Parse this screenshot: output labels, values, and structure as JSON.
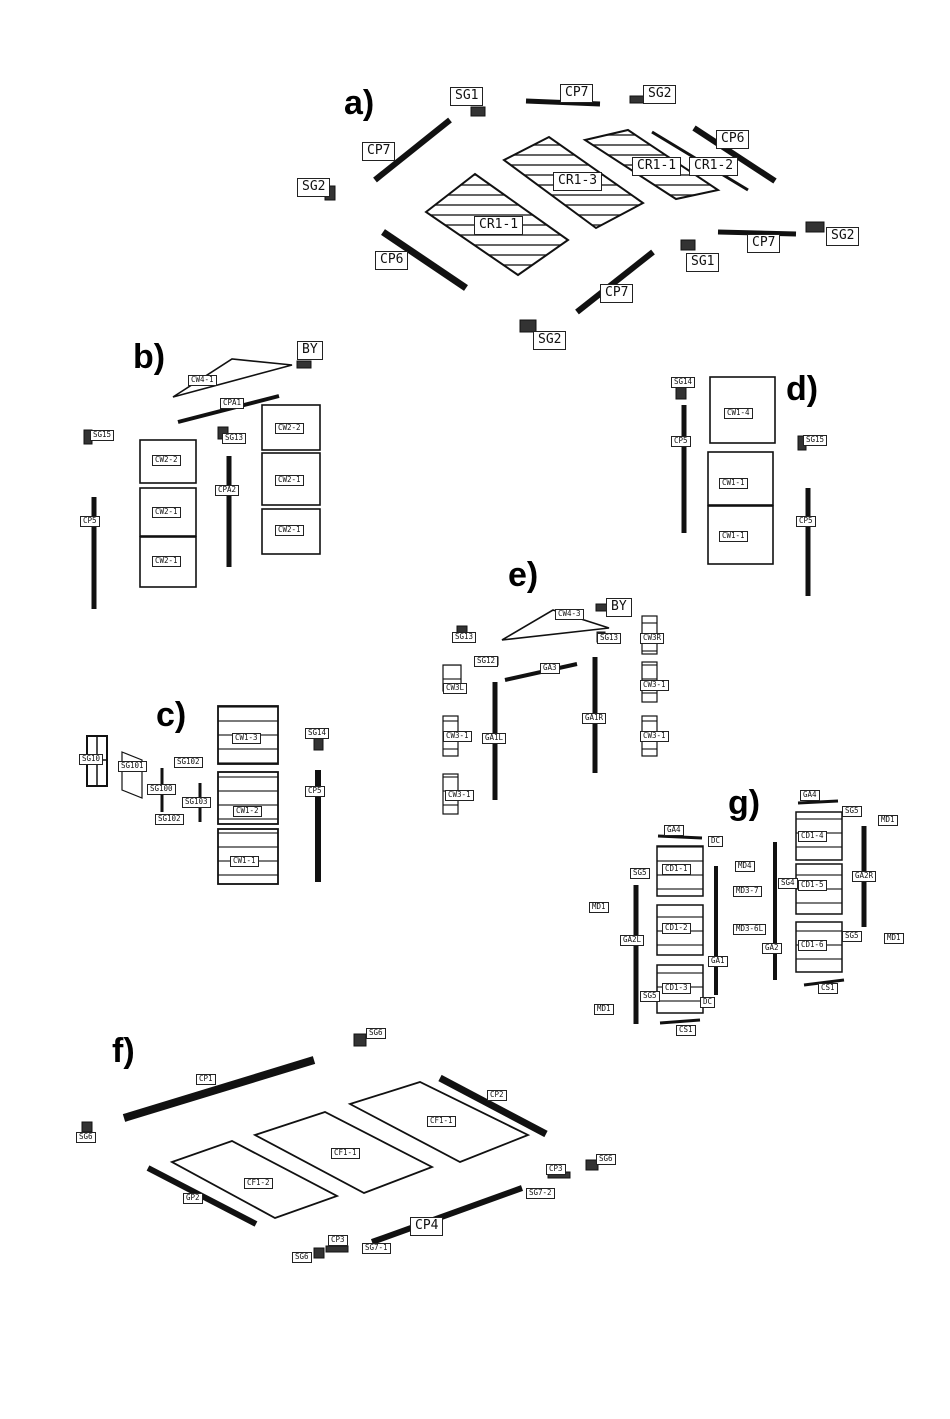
{
  "sections": [
    {
      "id": "a",
      "title": "a)"
    },
    {
      "id": "b",
      "title": "b)"
    },
    {
      "id": "c",
      "title": "c)"
    },
    {
      "id": "d",
      "title": "d)"
    },
    {
      "id": "e",
      "title": "e)"
    },
    {
      "id": "f",
      "title": "f)"
    },
    {
      "id": "g",
      "title": "g)"
    }
  ],
  "labels": {
    "a": [
      "SG1",
      "CP7",
      "SG2",
      "CP7",
      "CP6",
      "CR1-1",
      "CR1-2",
      "CR1-3",
      "SG2",
      "CR1-1",
      "SG2",
      "CP7",
      "CP6",
      "SG1",
      "CP7",
      "SG2"
    ],
    "b": [
      "BY",
      "CW4-1",
      "CPA1",
      "SG15",
      "SG13",
      "CW2-2",
      "CW2-2",
      "CPA2",
      "CW2-1",
      "CW2-1",
      "CP5",
      "CW2-1",
      "CW2-1"
    ],
    "c": [
      "CW1-3",
      "SG14",
      "SG10",
      "SG101",
      "SG102",
      "SG100",
      "SG103",
      "SG102",
      "CW1-2",
      "CP5",
      "CW1-1"
    ],
    "d": [
      "SG14",
      "CW1-4",
      "CP5",
      "SG15",
      "CW1-1",
      "CP5",
      "CW1-1"
    ],
    "e": [
      "CW4-3",
      "BY",
      "SG13",
      "SG13",
      "CW3R",
      "SG12",
      "GA3",
      "CW3L",
      "CW3-1",
      "GA1R",
      "CW3-1",
      "GA1L",
      "CW3-1",
      "CW3-1"
    ],
    "g": [
      "GA4",
      "SG5",
      "MD1",
      "GA4",
      "DC",
      "CD1-4",
      "MD4",
      "CD1-1",
      "SG5",
      "MD3-7",
      "SG4",
      "CD1-5",
      "GA2R",
      "MD1",
      "CD1-2",
      "MD3-6L",
      "GA2",
      "CD1-6",
      "SG5",
      "GA2L",
      "MD1",
      "GA1",
      "CS1",
      "CD1-3",
      "SG5",
      "MD1",
      "DC",
      "CS1"
    ],
    "f": [
      "SG6",
      "CP1",
      "CP2",
      "CF1-1",
      "SG6",
      "CF1-1",
      "CF1-2",
      "GP2",
      "CP3",
      "SG6",
      "SG7-2",
      "CP4",
      "CP3",
      "SG7-1",
      "SG6"
    ]
  }
}
